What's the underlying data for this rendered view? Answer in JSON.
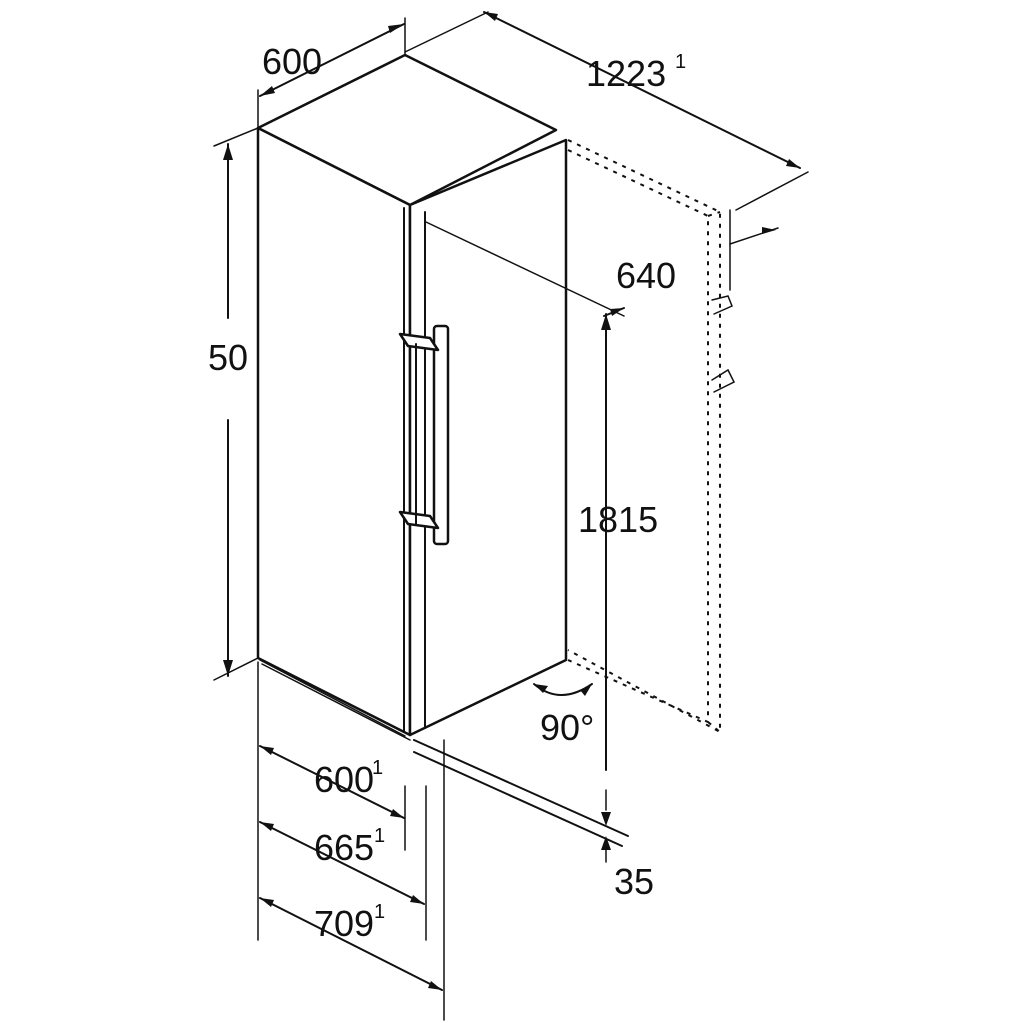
{
  "dimensions": {
    "top_width": {
      "value": "600",
      "sup": ""
    },
    "total_depth_open": {
      "value": "1223",
      "sup": "1"
    },
    "side_height": {
      "value": "50",
      "sup": ""
    },
    "door_depth": {
      "value": "640",
      "sup": ""
    },
    "front_height": {
      "value": "1815",
      "sup": ""
    },
    "door_angle": {
      "value": "90°",
      "sup": ""
    },
    "depth_1": {
      "value": "600",
      "sup": "1"
    },
    "depth_2": {
      "value": "665",
      "sup": "1"
    },
    "depth_3": {
      "value": "709",
      "sup": "1"
    },
    "floor_gap": {
      "value": "35",
      "sup": ""
    }
  },
  "colors": {
    "line": "#111111",
    "background": "#ffffff"
  }
}
